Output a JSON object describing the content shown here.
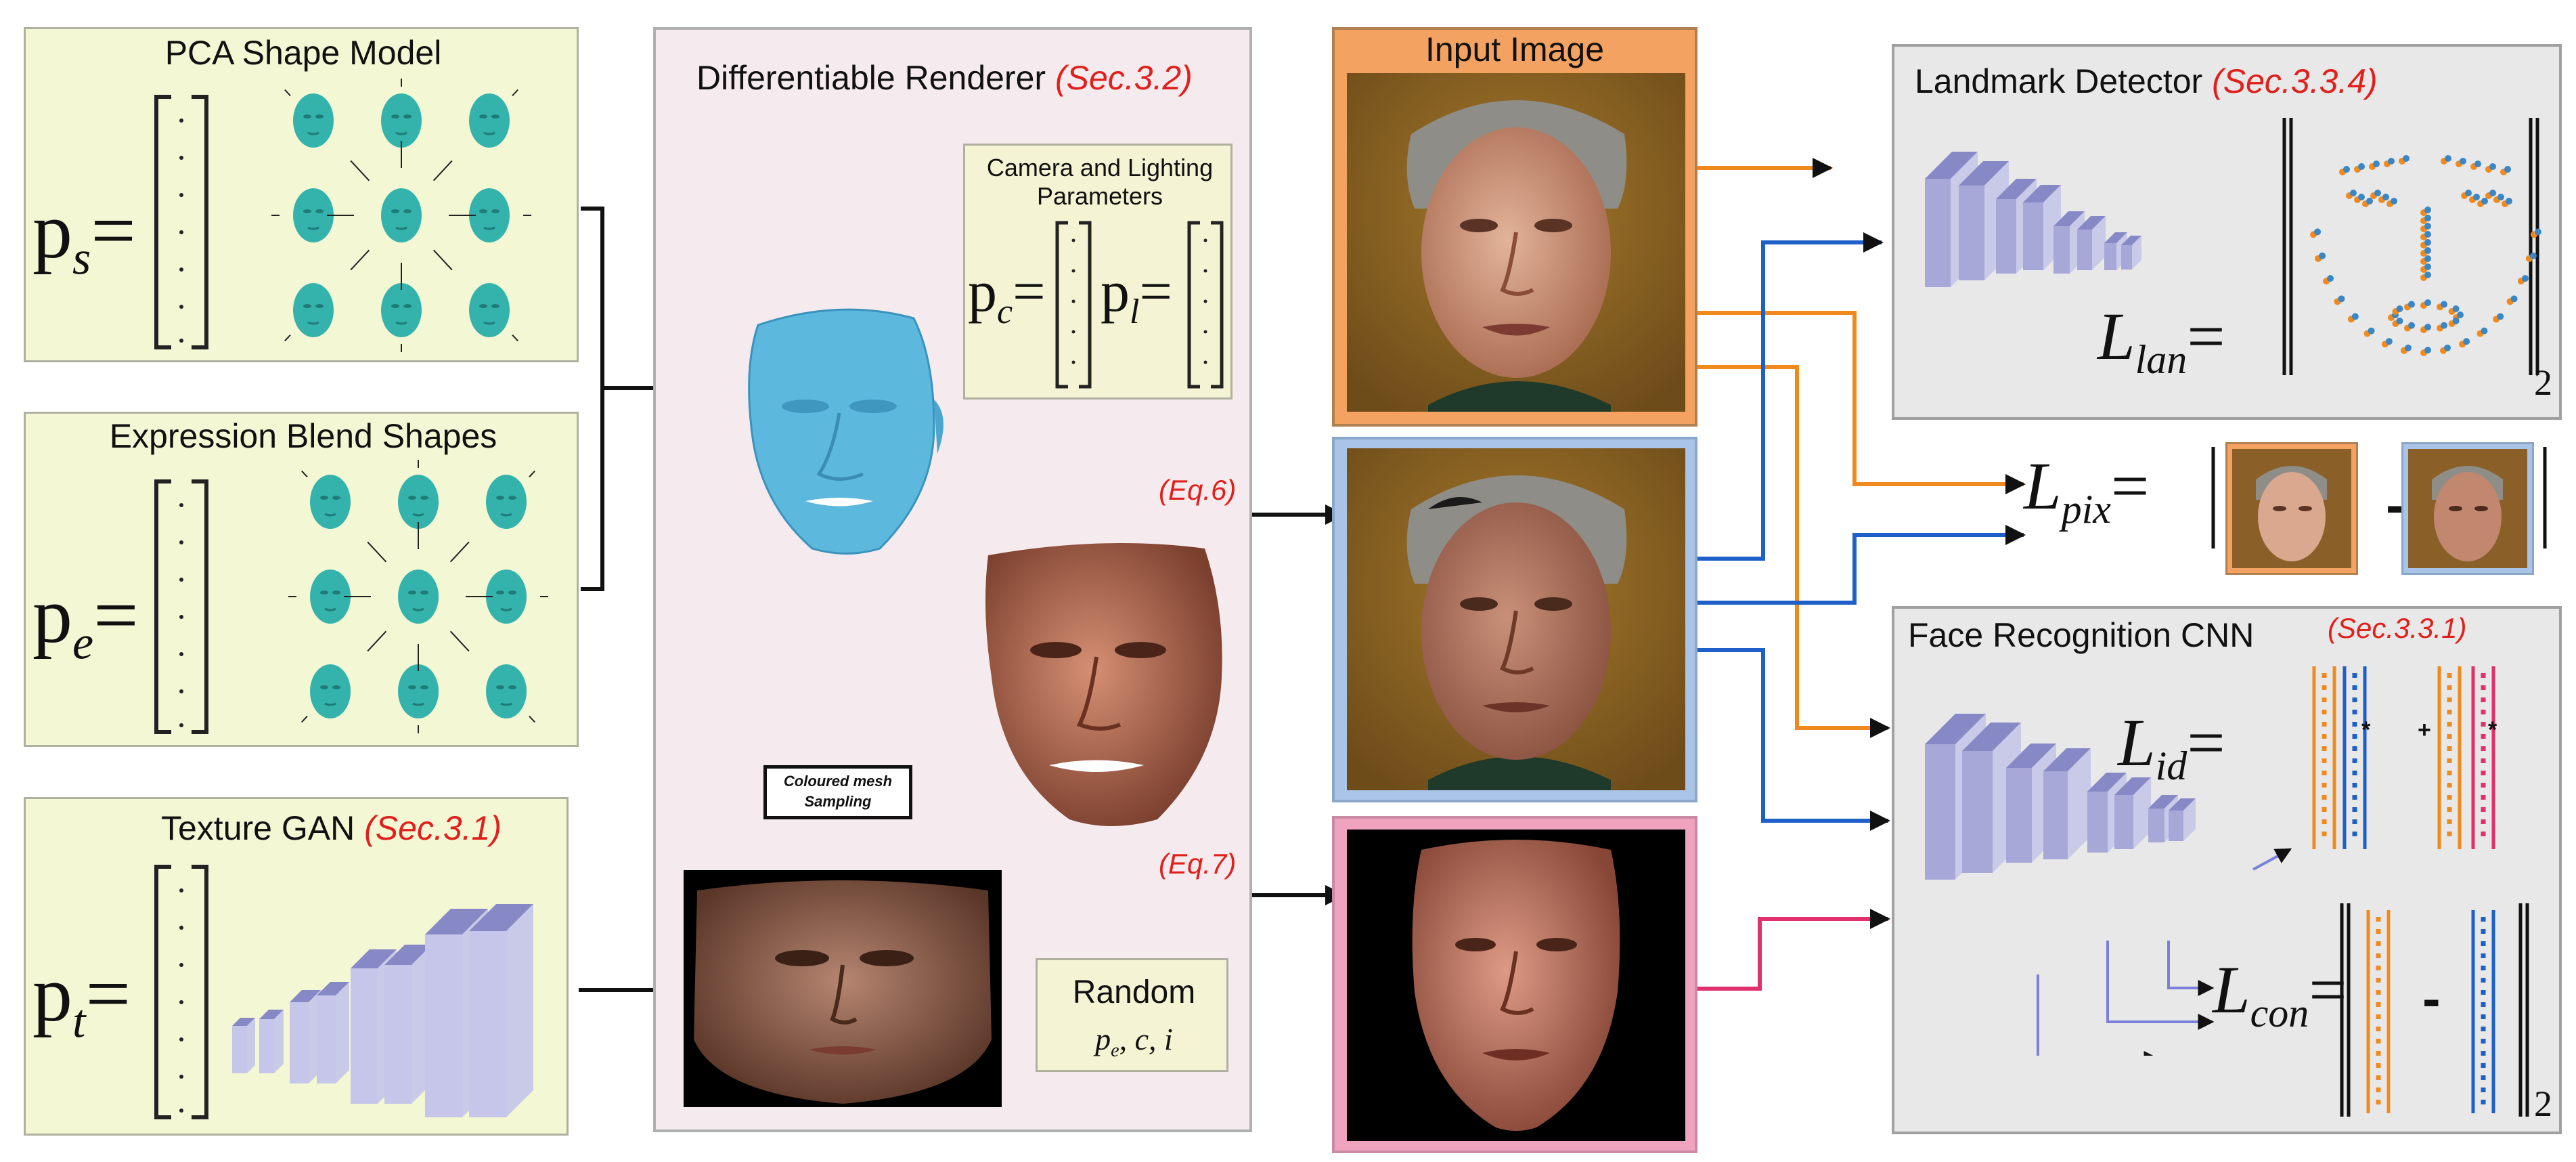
{
  "shape_model": {
    "title": "PCA Shape Model",
    "param": "p",
    "param_sub": "s",
    "equals": "="
  },
  "expression": {
    "title": "Expression Blend Shapes",
    "param": "p",
    "param_sub": "e",
    "equals": "="
  },
  "texture": {
    "title": "Texture GAN",
    "section": "(Sec.3.1)",
    "param": "p",
    "param_sub": "t",
    "equals": "="
  },
  "renderer": {
    "title": "Differentiable Renderer",
    "section": "(Sec.3.2)",
    "camera_title_1": "Camera and Lighting",
    "camera_title_2": "Parameters",
    "pc": "p",
    "pc_sub": "c",
    "pl": "p",
    "pl_sub": "l",
    "equals": "=",
    "sampling_1": "Coloured mesh",
    "sampling_2": "Sampling",
    "eq6": "(Eq.6)",
    "eq7": "(Eq.7)",
    "random_title": "Random",
    "random_vars": "p",
    "random_vars_sub": "e",
    "random_vars_rest": ", c, i"
  },
  "input": {
    "title": "Input Image"
  },
  "landmark": {
    "title": "Landmark Detector",
    "section": "(Sec.3.3.4)",
    "loss": "L",
    "loss_sub": "lan",
    "equals": "=",
    "norm_sub": "2"
  },
  "pixel_loss": {
    "loss": "L",
    "loss_sub": "pix",
    "equals": "=",
    "minus": "-"
  },
  "face_rec": {
    "title": "Face Recognition CNN",
    "section": "(Sec.3.3.1)",
    "id_loss": "L",
    "id_sub": "id",
    "equals": "=",
    "star": "*",
    "plus": "+",
    "con_loss": "L",
    "con_sub": "con",
    "minus": "-",
    "norm_sub": "2"
  },
  "colors": {
    "green_panel": "#f3f7d3",
    "pink_panel": "#f5ebef",
    "gray_panel": "#e8e8e8",
    "camera_panel": "#f4f3d3",
    "input_border": "#f4a261",
    "render_border": "#a9c4e6",
    "random_border": "#f0a3bf",
    "orange_line": "#f08a1e",
    "blue_line": "#1f5fc8",
    "pink_line": "#e0306e",
    "red_text": "#e0201c",
    "teal_face": "#34b3ad",
    "blue_mesh": "#5db8de",
    "net_block": "#a7a8d8"
  }
}
